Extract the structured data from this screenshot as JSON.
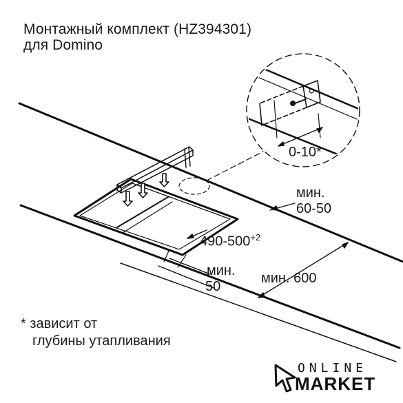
{
  "title": {
    "line1": "Монтажный комплект (HZ394301)",
    "line2": "для Domino"
  },
  "labels": {
    "range_small": "0-10*",
    "min_top": "мин.",
    "min_top_value": "60-50",
    "cutout_width": "490-500",
    "cutout_tolerance": "+2",
    "min_front": "мин.",
    "min_front_value": "50",
    "min_depth": "мин. 600"
  },
  "footnote": {
    "line1": "* зависит от",
    "line2": "глубины утапливания"
  },
  "logo": {
    "top": "ONLINE",
    "bottom": "MARKET"
  },
  "icons": [
    "down-arrow-icon",
    "logo-cursor-icon"
  ]
}
